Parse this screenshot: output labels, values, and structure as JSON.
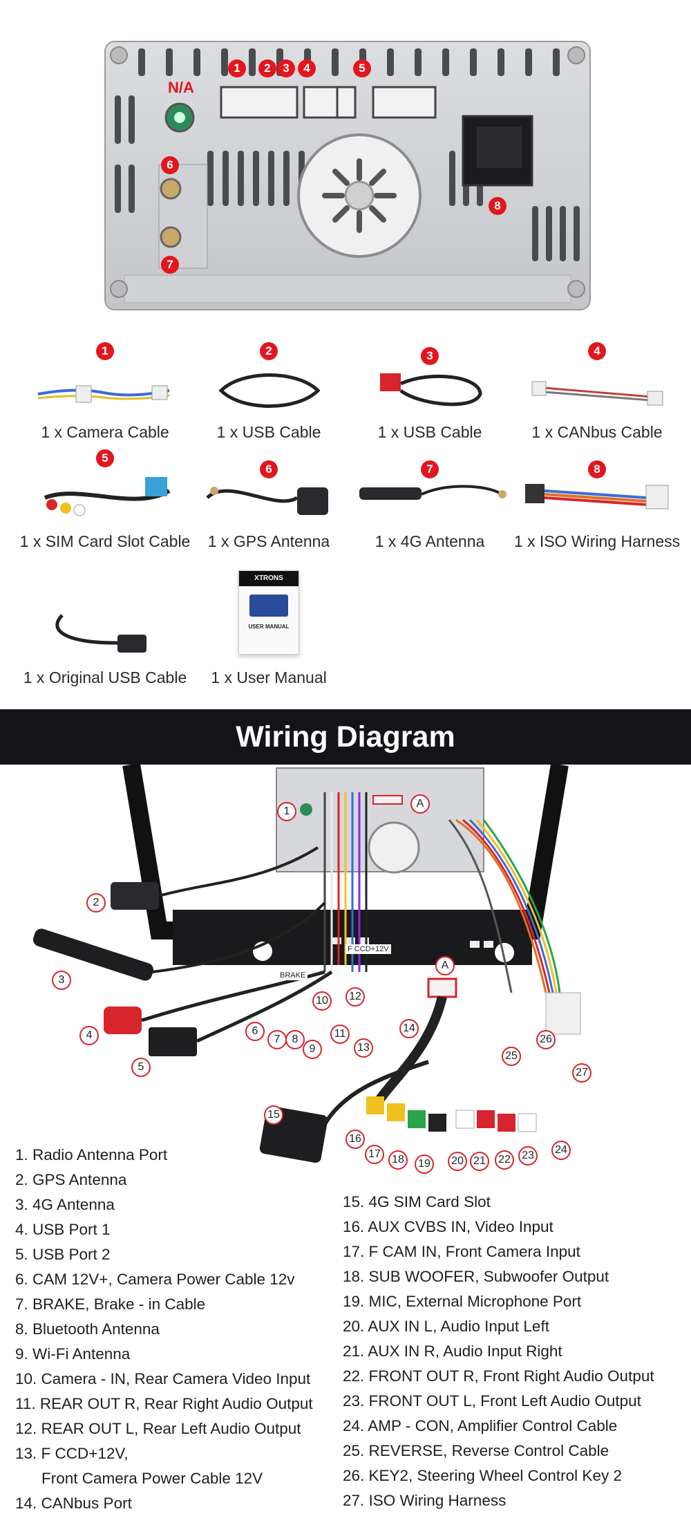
{
  "back_panel": {
    "na_label": "N/A",
    "port_numbers": [
      "1",
      "2",
      "3",
      "4",
      "5",
      "6",
      "7",
      "8"
    ]
  },
  "package": {
    "items": [
      {
        "num": "1",
        "label": "1 x Camera Cable"
      },
      {
        "num": "2",
        "label": "1 x USB Cable"
      },
      {
        "num": "3",
        "label": "1 x USB Cable"
      },
      {
        "num": "4",
        "label": "1 x CANbus Cable"
      },
      {
        "num": "5",
        "label": "1 x SIM Card Slot Cable"
      },
      {
        "num": "6",
        "label": "1 x GPS Antenna"
      },
      {
        "num": "7",
        "label": "1 x 4G Antenna"
      },
      {
        "num": "8",
        "label": "1 x ISO Wiring Harness"
      },
      {
        "num": "",
        "label": "1 x Original USB Cable"
      },
      {
        "num": "",
        "label": "1 x User Manual"
      }
    ],
    "manual": {
      "brand": "XTRONS",
      "title": "USER MANUAL"
    }
  },
  "wiring": {
    "title": "Wiring Diagram",
    "connector_a": "A",
    "wire_tags": [
      "BRAKE",
      "F CCD+12V"
    ],
    "callouts": [
      "1",
      "2",
      "3",
      "4",
      "5",
      "6",
      "7",
      "8",
      "9",
      "10",
      "11",
      "12",
      "13",
      "14",
      "15",
      "16",
      "17",
      "18",
      "19",
      "20",
      "21",
      "22",
      "23",
      "24",
      "25",
      "26",
      "27"
    ]
  },
  "legend_left": [
    "1. Radio Antenna Port",
    "2. GPS Antenna",
    "3. 4G Antenna",
    "4. USB Port 1",
    "5. USB Port 2",
    "6. CAM 12V+, Camera Power Cable 12v",
    "7. BRAKE, Brake - in Cable",
    "8. Bluetooth Antenna",
    "9. Wi-Fi Antenna",
    "10. Camera - IN, Rear Camera Video Input",
    "11. REAR OUT R, Rear Right Audio Output",
    "12. REAR OUT L, Rear Left Audio Output",
    "13. F CCD+12V,",
    "Front Camera Power Cable 12V",
    "14. CANbus Port"
  ],
  "legend_right": [
    "15. 4G SIM Card Slot",
    "16. AUX CVBS IN, Video Input",
    "17. F CAM IN, Front Camera Input",
    "18. SUB WOOFER, Subwoofer Output",
    "19. MIC, External Microphone Port",
    "20. AUX IN L, Audio Input Left",
    "21. AUX IN R, Audio Input Right",
    "22. FRONT OUT R, Front Right Audio Output",
    "23. FRONT OUT L, Front Left Audio Output",
    "24. AMP - CON, Amplifier Control Cable",
    "25. REVERSE, Reverse Control Cable",
    "26. KEY2, Steering Wheel Control Key 2",
    "27. ISO Wiring Harness"
  ],
  "colors": {
    "accent_red": "#e3161e",
    "banner": "#141418"
  }
}
